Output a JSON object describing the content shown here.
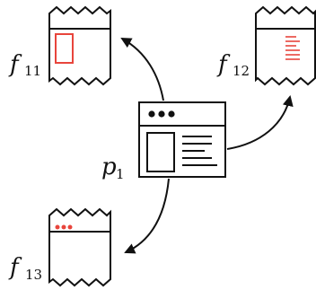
{
  "page": {
    "nodes": [
      {
        "id": "p1",
        "label": "p",
        "subscript": "1",
        "kind": "browser-window"
      },
      {
        "id": "f11",
        "label": "f",
        "subscript": "11",
        "kind": "fragment",
        "highlight": "block"
      },
      {
        "id": "f12",
        "label": "f",
        "subscript": "12",
        "kind": "fragment",
        "highlight": "text-lines"
      },
      {
        "id": "f13",
        "label": "f",
        "subscript": "13",
        "kind": "fragment",
        "highlight": "dots"
      }
    ],
    "edges": [
      {
        "from": "p1",
        "to": "f11"
      },
      {
        "from": "p1",
        "to": "f12"
      },
      {
        "from": "p1",
        "to": "f13"
      }
    ]
  },
  "colors": {
    "stroke": "#111111",
    "accent": "#e8453c",
    "background": "#ffffff"
  }
}
